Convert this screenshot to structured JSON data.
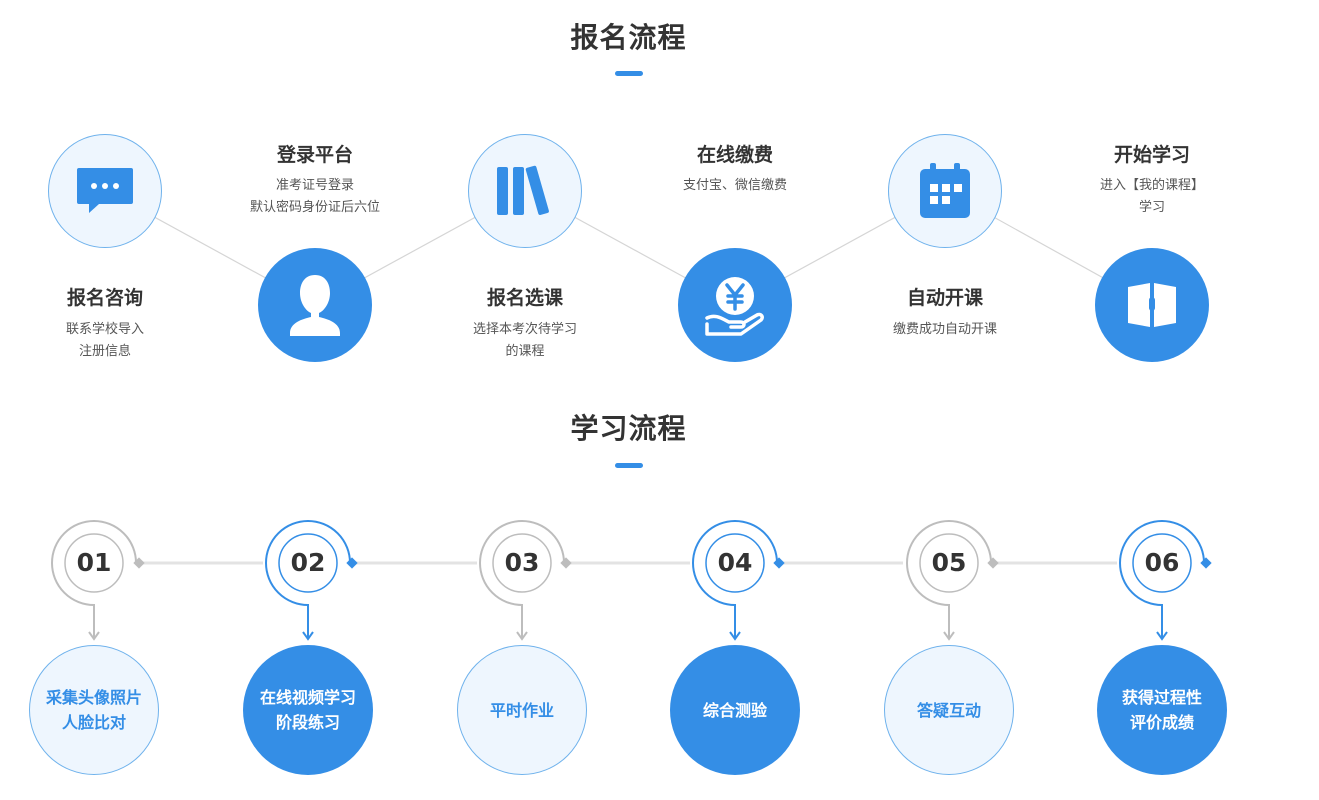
{
  "colors": {
    "accent": "#348ee6",
    "light_fill": "#eef6fe",
    "gray": "#bbbbbb"
  },
  "registration": {
    "title": "报名流程",
    "steps": [
      {
        "title": "报名咨询",
        "desc_lines": [
          "联系学校导入",
          "注册信息"
        ],
        "icon": "chat-bubble-icon"
      },
      {
        "title": "登录平台",
        "desc_lines": [
          "准考证号登录",
          "默认密码身份证后六位"
        ],
        "icon": "user-icon"
      },
      {
        "title": "报名选课",
        "desc_lines": [
          "选择本考次待学习",
          "的课程"
        ],
        "icon": "books-icon"
      },
      {
        "title": "在线缴费",
        "desc_lines": [
          "支付宝、微信缴费"
        ],
        "icon": "yuan-hand-icon"
      },
      {
        "title": "自动开课",
        "desc_lines": [
          "缴费成功自动开课"
        ],
        "icon": "calendar-icon"
      },
      {
        "title": "开始学习",
        "desc_lines": [
          "进入【我的课程】",
          "学习"
        ],
        "icon": "book-icon"
      }
    ]
  },
  "learning": {
    "title": "学习流程",
    "steps": [
      {
        "number": "01",
        "lines": [
          "采集头像照片",
          "人脸比对"
        ],
        "style": "light"
      },
      {
        "number": "02",
        "lines": [
          "在线视频学习",
          "阶段练习"
        ],
        "style": "dark"
      },
      {
        "number": "03",
        "lines": [
          "平时作业"
        ],
        "style": "light"
      },
      {
        "number": "04",
        "lines": [
          "综合测验"
        ],
        "style": "dark"
      },
      {
        "number": "05",
        "lines": [
          "答疑互动"
        ],
        "style": "light"
      },
      {
        "number": "06",
        "lines": [
          "获得过程性",
          "评价成绩"
        ],
        "style": "dark"
      }
    ]
  }
}
